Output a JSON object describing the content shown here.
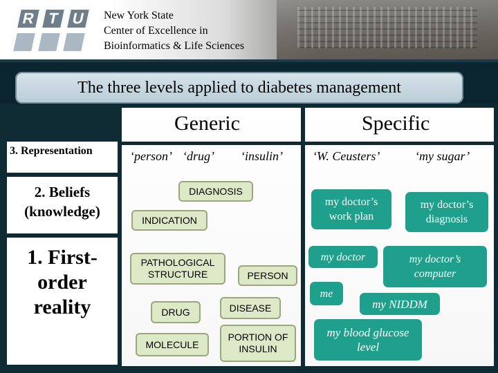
{
  "header": {
    "logo_letters": [
      "R",
      "T",
      "U"
    ],
    "lines": [
      "New York State",
      "Center of Excellence in",
      "Bioinformatics & Life Sciences"
    ]
  },
  "title": "The three levels applied to diabetes management",
  "columns": {
    "generic": "Generic",
    "specific": "Specific"
  },
  "rows": {
    "representation": "3. Representation",
    "beliefs": "2. Beliefs (knowledge)",
    "first_order": "1. First-order reality"
  },
  "representation_terms": {
    "person": "‘person’",
    "drug": "‘drug’",
    "insulin": "‘insulin’",
    "ceusters": "‘W. Ceusters’",
    "my_sugar": "‘my sugar’"
  },
  "generic_boxes": {
    "diagnosis": "DIAGNOSIS",
    "indication": "INDICATION",
    "pathological_structure": "PATHOLOGICAL STRUCTURE",
    "person": "PERSON",
    "drug": "DRUG",
    "disease": "DISEASE",
    "molecule": "MOLECULE",
    "portion_of_insulin": "PORTION OF INSULIN"
  },
  "specific_boxes": {
    "work_plan": "my doctor’s work plan",
    "doctors_diagnosis": "my doctor’s diagnosis",
    "my_doctor": "my doctor",
    "doctors_computer": "my doctor’s computer",
    "me": "me",
    "my_niddm": "my NIDDM",
    "blood_glucose": "my blood glucose level"
  },
  "colors": {
    "generic_box_fill": "#dde9c6",
    "specific_box_fill": "#1fa08c",
    "background": "#0e2a33"
  }
}
